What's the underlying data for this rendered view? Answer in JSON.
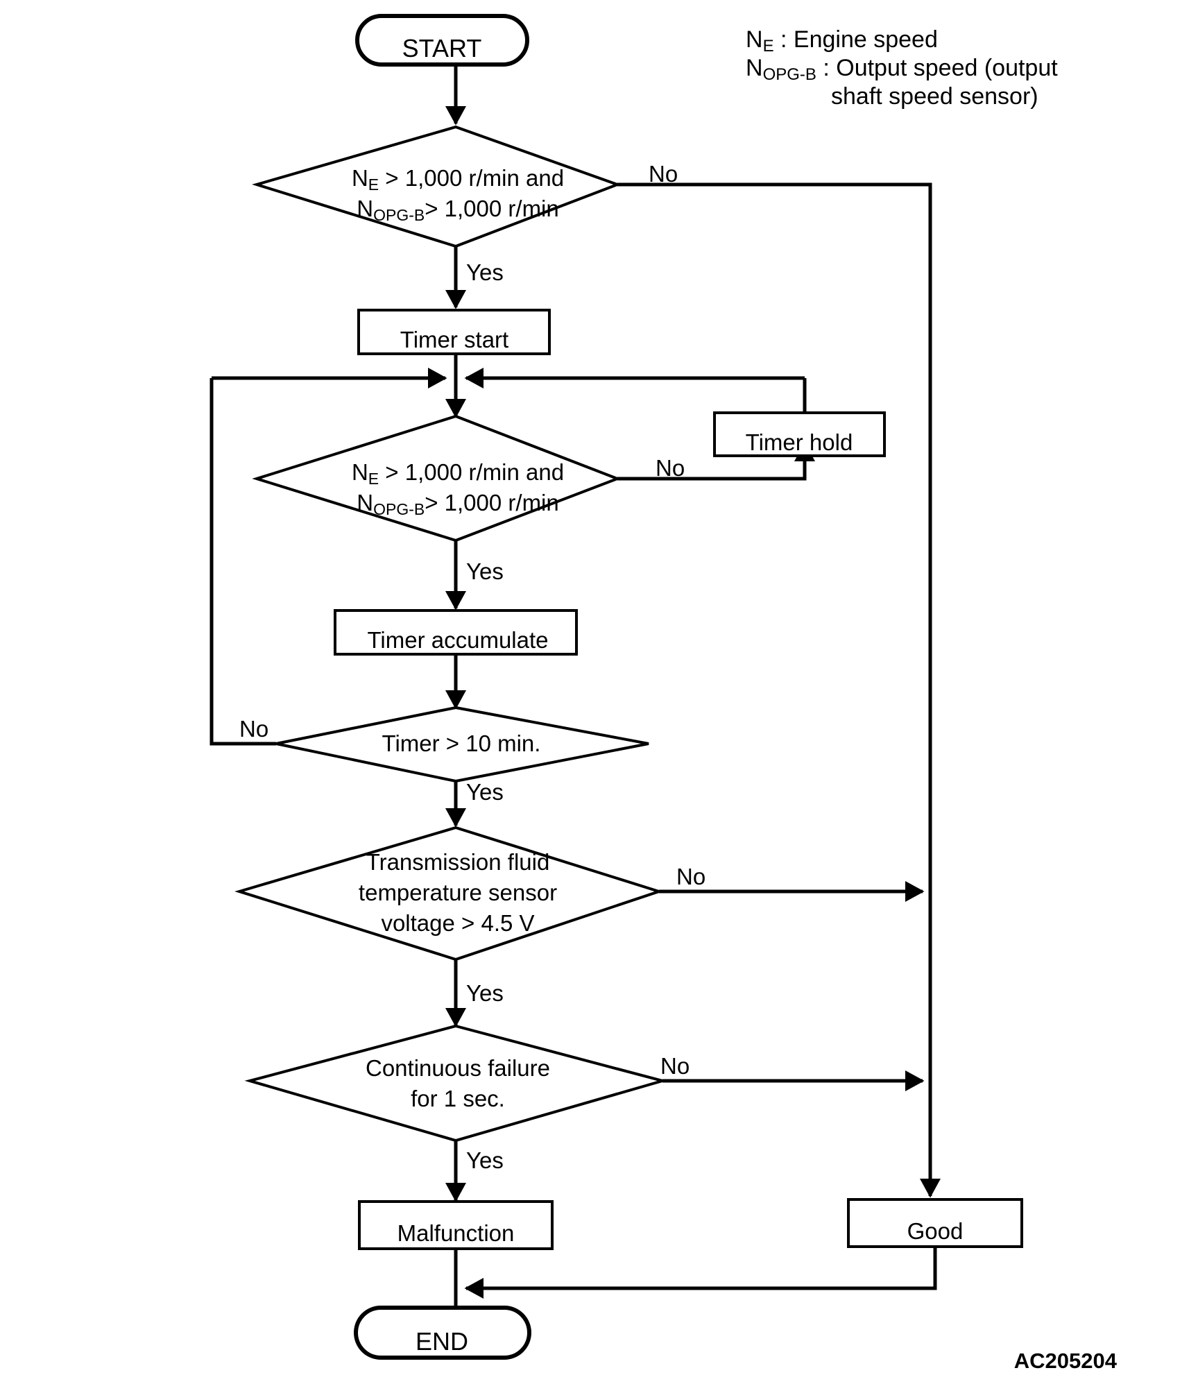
{
  "diagram": {
    "title_reference": "AC205204",
    "legend": [
      {
        "symbol": "N",
        "symbol_sub": "E",
        "separator": ":",
        "text": "Engine speed"
      },
      {
        "symbol": "N",
        "symbol_sub": "OPG-B",
        "separator": ":",
        "text": "Output speed (output",
        "text_line2": "shaft speed sensor)"
      }
    ],
    "nodes": {
      "start": {
        "label": "START",
        "type": "terminator"
      },
      "decision1": {
        "type": "decision",
        "line1_pre": "N",
        "line1_sub": "E",
        "line1_post": " > 1,000 r/min and",
        "line2_pre": "N",
        "line2_sub": "OPG-B",
        "line2_post": "> 1,000 r/min"
      },
      "timer_start": {
        "label": "Timer start",
        "type": "process"
      },
      "decision2": {
        "type": "decision",
        "line1_pre": "N",
        "line1_sub": "E",
        "line1_post": " > 1,000 r/min and",
        "line2_pre": "N",
        "line2_sub": "OPG-B",
        "line2_post": "> 1,000 r/min"
      },
      "timer_hold": {
        "label": "Timer hold",
        "type": "process"
      },
      "timer_accumulate": {
        "label": "Timer accumulate",
        "type": "process"
      },
      "decision3": {
        "label": "Timer > 10 min.",
        "type": "decision"
      },
      "decision4": {
        "type": "decision",
        "line1": "Transmission fluid",
        "line2": "temperature sensor",
        "line3": "voltage > 4.5 V"
      },
      "decision5": {
        "type": "decision",
        "line1": "Continuous failure",
        "line2": "for 1 sec."
      },
      "malfunction": {
        "label": "Malfunction",
        "type": "process"
      },
      "good": {
        "label": "Good",
        "type": "process"
      },
      "end": {
        "label": "END",
        "type": "terminator"
      }
    },
    "edge_labels": {
      "d1_no": "No",
      "d1_yes": "Yes",
      "d2_no": "No",
      "d2_yes": "Yes",
      "d3_no": "No",
      "d3_yes": "Yes",
      "d4_no": "No",
      "d4_yes": "Yes",
      "d5_no": "No",
      "d5_yes": "Yes"
    },
    "colors": {
      "stroke": "#000000",
      "fill": "#ffffff",
      "text": "#000000"
    }
  }
}
